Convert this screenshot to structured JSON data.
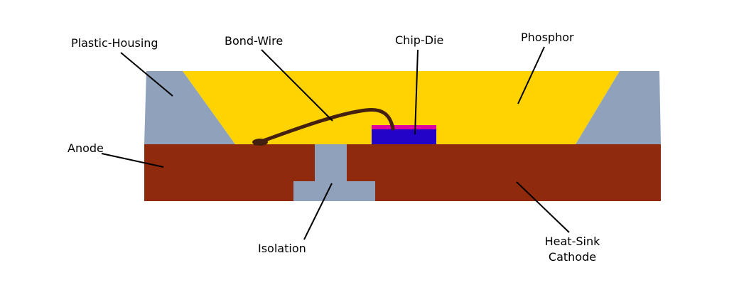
{
  "labels": {
    "plastic_housing": "Plastic-Housing",
    "bond_wire": "Bond-Wire",
    "chip_die": "Chip-Die",
    "phosphor": "Phosphor",
    "anode": "Anode",
    "isolation": "Isolation",
    "heat_sink_line1": "Heat-Sink",
    "heat_sink_line2": "Cathode"
  },
  "colors": {
    "background": "#ffffff",
    "heat_sink": "#8f2b0c",
    "plastic_housing": "#8fa1bb",
    "isolation": "#8fa1bb",
    "phosphor": "#ffd300",
    "chip_die": "#2403c8",
    "chip_top_layer": "#e0009e",
    "bond_wire": "#43200f",
    "leader_line": "#000000",
    "label_text": "#000000"
  }
}
